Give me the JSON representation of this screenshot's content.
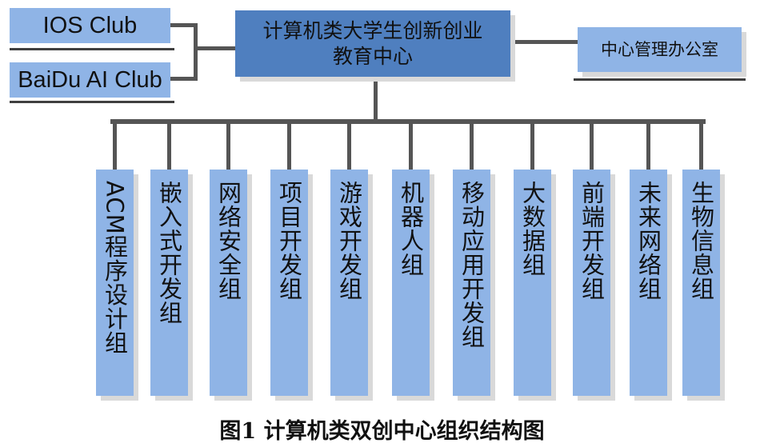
{
  "center": {
    "title_line1": "计算机类大学生创新创业",
    "title_line2": "教育中心"
  },
  "left_clubs": [
    "IOS Club",
    "BaiDu AI Club"
  ],
  "right_office": "中心管理办公室",
  "groups": [
    "ACM程序设计组",
    "嵌入式开发组",
    "网络安全组",
    "项目开发组",
    "游戏开发组",
    "机器人组",
    "移动应用开发组",
    "大数据组",
    "前端开发组",
    "未来网络组",
    "生物信息组"
  ],
  "caption": "图1  计算机类双创中心组织结构图",
  "colors": {
    "box": "#7da5de",
    "center_box": "#4f7fbf",
    "connector": "#555555",
    "shadow": "#d9d9d9"
  }
}
